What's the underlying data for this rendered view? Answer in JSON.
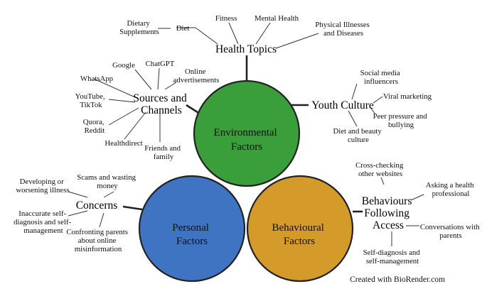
{
  "circles": {
    "environmental": {
      "lines": [
        "Environmental",
        "Factors"
      ],
      "color": "#3a9e3a"
    },
    "personal": {
      "lines": [
        "Personal",
        "Factors"
      ],
      "color": "#3f74c2"
    },
    "behavioural": {
      "lines": [
        "Behavioural",
        "Factors"
      ],
      "color": "#d49a2a"
    }
  },
  "hubs": {
    "health_topics": {
      "lines": [
        "Health Topics"
      ]
    },
    "sources_channels": {
      "lines": [
        "Sources and",
        "Channels"
      ]
    },
    "youth_culture": {
      "lines": [
        "Youth Culture"
      ]
    },
    "concerns": {
      "lines": [
        "Concerns"
      ]
    },
    "behaviours_access": {
      "lines": [
        "Behaviours",
        "Following",
        "Access"
      ]
    }
  },
  "leaves": {
    "dietary_supplements": [
      "Dietary",
      "Supplements"
    ],
    "diet": [
      "Diet"
    ],
    "fitness": [
      "Fitness"
    ],
    "mental_health": [
      "Mental Health"
    ],
    "physical_illnesses": [
      "Physical Illnesses",
      "and Diseases"
    ],
    "google": [
      "Google"
    ],
    "chatgpt": [
      "ChatGPT"
    ],
    "online_ads": [
      "Online",
      "advertisements"
    ],
    "whatsapp": [
      "WhatsApp"
    ],
    "youtube_tiktok": [
      "YouTube,",
      "TikTok"
    ],
    "quora_reddit": [
      "Quora,",
      "Reddit"
    ],
    "healthdirect": [
      "Healthdirect"
    ],
    "friends_family": [
      "Friends and",
      "family"
    ],
    "social_media": [
      "Social media",
      "influencers"
    ],
    "viral_marketing": [
      "Viral marketing"
    ],
    "peer_pressure": [
      "Peer pressure and",
      "bullying"
    ],
    "diet_beauty": [
      "Diet and beauty",
      "culture"
    ],
    "developing_illness": [
      "Developing or",
      "worsening illness"
    ],
    "scams": [
      "Scams and wasting",
      "money"
    ],
    "inaccurate_diagnosis": [
      "Inaccurate self-",
      "diagnosis and self-",
      "management"
    ],
    "confronting_parents": [
      "Confronting parents",
      "about online",
      "misinformation"
    ],
    "cross_checking": [
      "Cross-checking",
      "other websites"
    ],
    "asking_professional": [
      "Asking a health",
      "professional"
    ],
    "conversations_parents": [
      "Conversations with",
      "parents"
    ],
    "self_diagnosis": [
      "Self-diagnosis and",
      "self-management"
    ]
  },
  "credit": "Created with BioRender.com"
}
